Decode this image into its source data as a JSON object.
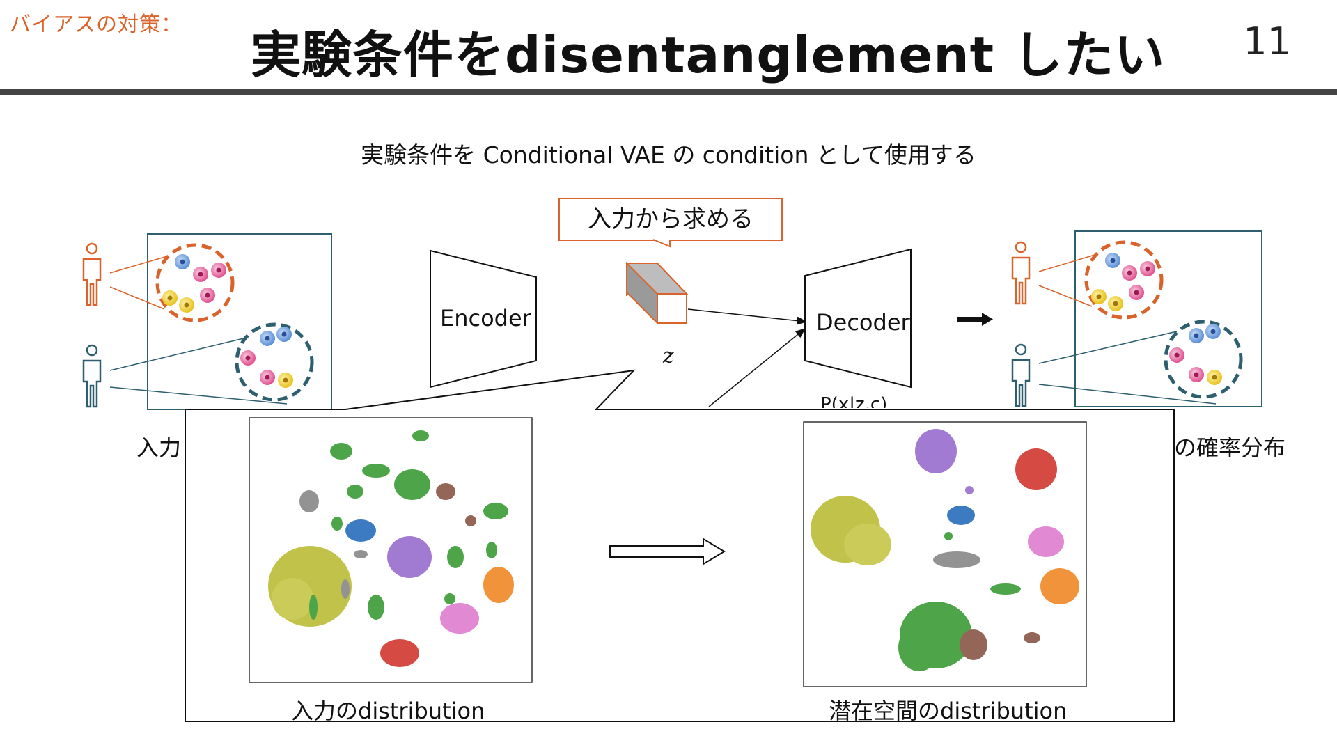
{
  "header": {
    "section_label": "バイアスの対策：",
    "title": "実験条件をdisentanglement したい",
    "page_number": "11"
  },
  "subtitle": "実験条件を Conditional VAE の condition として使用する",
  "diagram": {
    "encoder_label": "Encoder",
    "decoder_label": "Decoder",
    "latent_label": "z",
    "latent_callout": "入力から求める",
    "decoder_output_label": "P(x|z,c)",
    "input_caption": "入力",
    "output_caption": "の確率分布"
  },
  "popup": {
    "input_distribution_caption": "入力のdistribution",
    "latent_distribution_caption": "潜在空間のdistribution"
  },
  "colors": {
    "accent_orange": "#d9632a",
    "accent_teal": "#2d5f6f",
    "cluster_green": "#3f9e3a",
    "cluster_olive": "#bcbd3a",
    "cluster_purple": "#9a6fcf",
    "cluster_red": "#d23b32",
    "cluster_pink": "#e07fd0",
    "cluster_orange": "#f08a2a",
    "cluster_blue": "#2c6fbd",
    "cluster_brown": "#8c5a4a",
    "cluster_gray": "#8a8a8a"
  }
}
